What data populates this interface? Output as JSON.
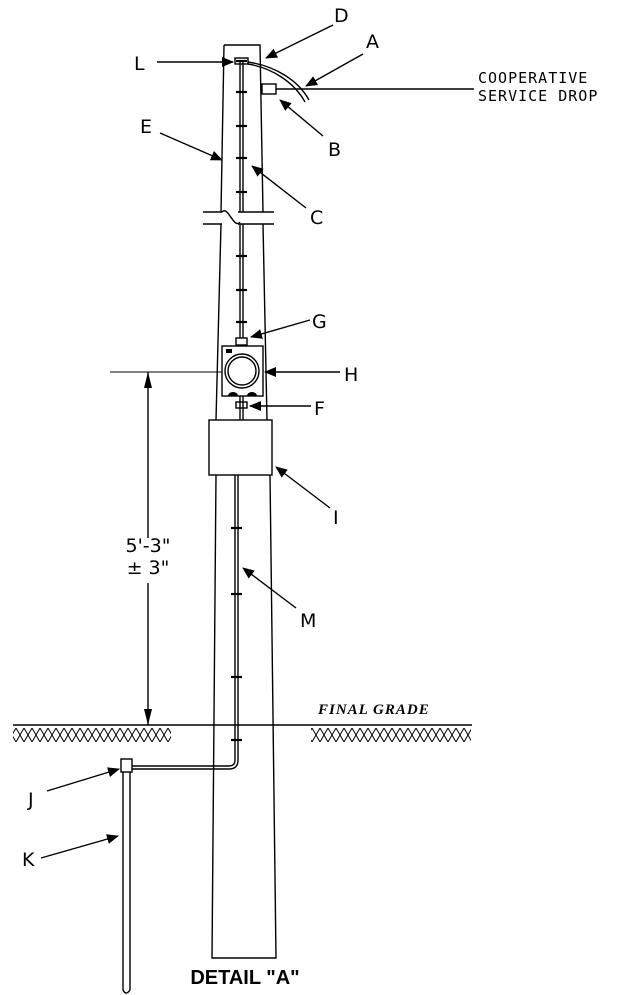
{
  "title": "DETAIL \"A\"",
  "grade_label": "FINAL GRADE",
  "service_drop": {
    "line1": "COOPERATIVE",
    "line2": "SERVICE DROP"
  },
  "dimension": {
    "line1": "5'-3\"",
    "line2": "± 3\""
  },
  "callouts": {
    "A": "A",
    "B": "B",
    "C": "C",
    "D": "D",
    "E": "E",
    "F": "F",
    "G": "G",
    "H": "H",
    "I": "I",
    "J": "J",
    "K": "K",
    "L": "L",
    "M": "M"
  }
}
